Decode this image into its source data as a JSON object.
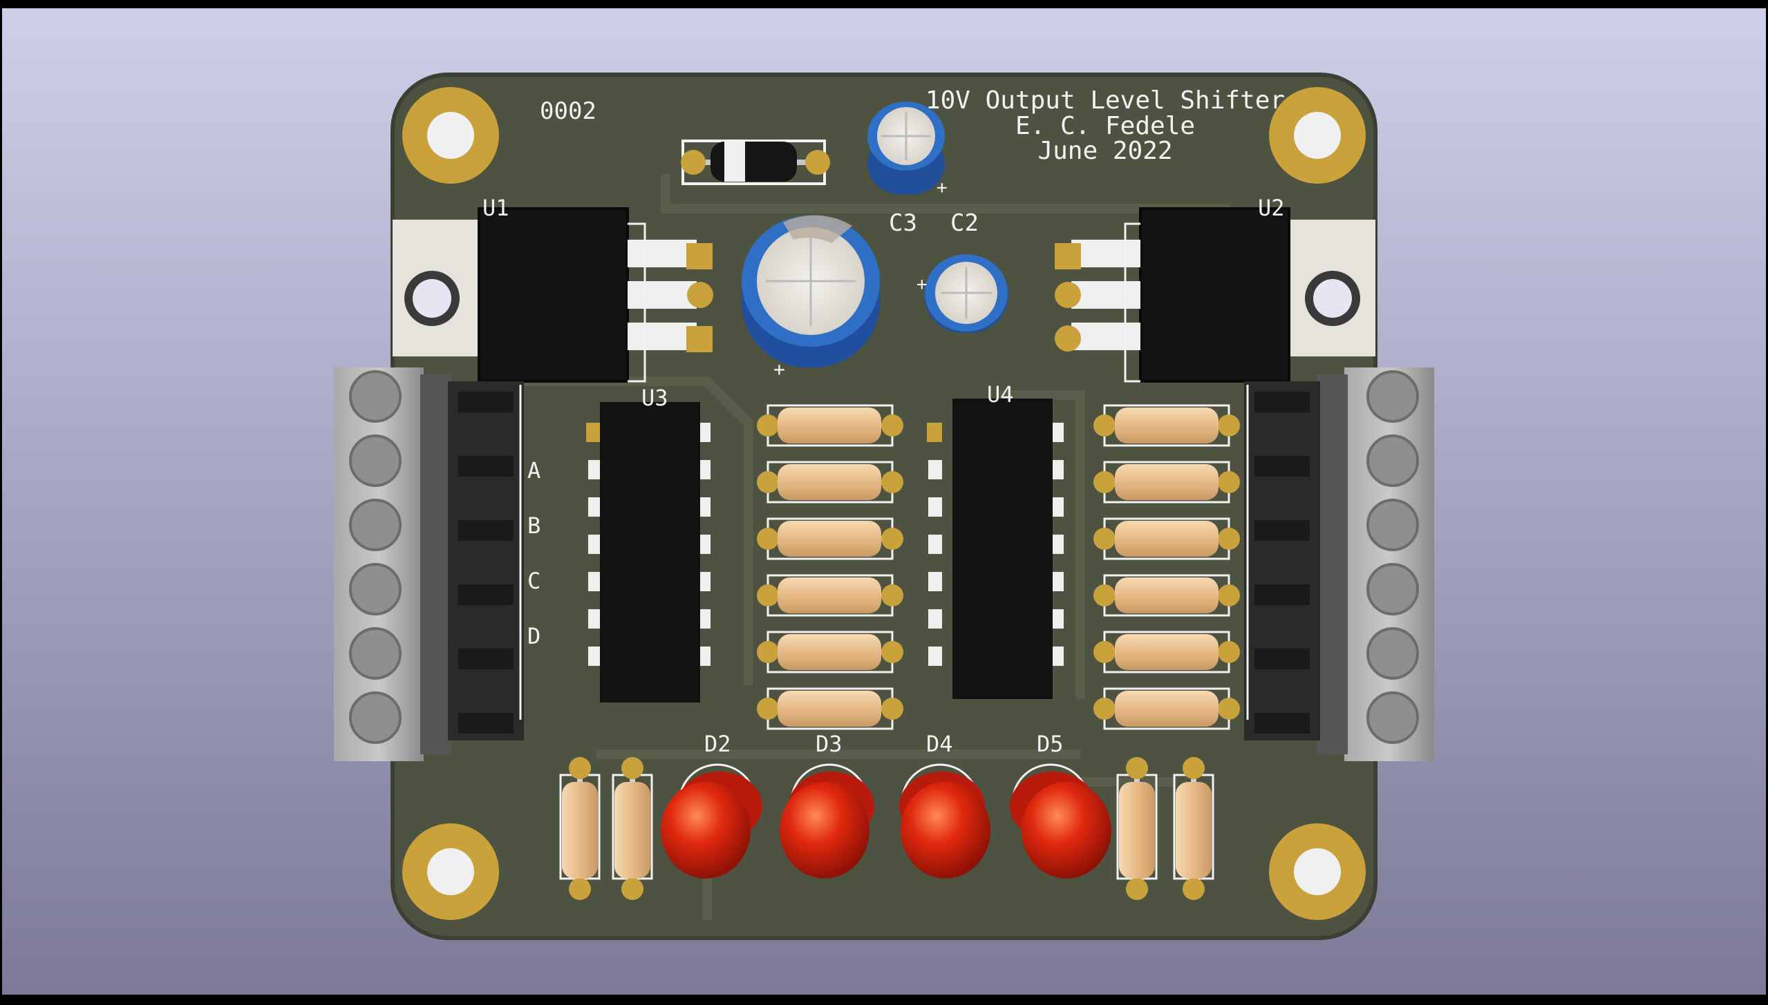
{
  "board": {
    "serial": "0002",
    "title_line1": "10V Output Level Shifter",
    "title_line2": "E. C. Fedele",
    "title_line3": "June 2022"
  },
  "refs": {
    "c3": "C3",
    "c2": "C2",
    "u1": "U1",
    "u2": "U2",
    "u3": "U3",
    "u4": "U4",
    "d2": "D2",
    "d3": "D3",
    "d4": "D4",
    "d5": "D5"
  },
  "terminal_labels": [
    "A",
    "B",
    "C",
    "D"
  ],
  "colors": {
    "pcb": "#4e5241",
    "pad_gold": "#c9a23c",
    "silk": "#f2f2f2",
    "led_red": "#d8230e",
    "resistor_body": "#ebc395",
    "cap_blue": "#2f6fc6"
  }
}
